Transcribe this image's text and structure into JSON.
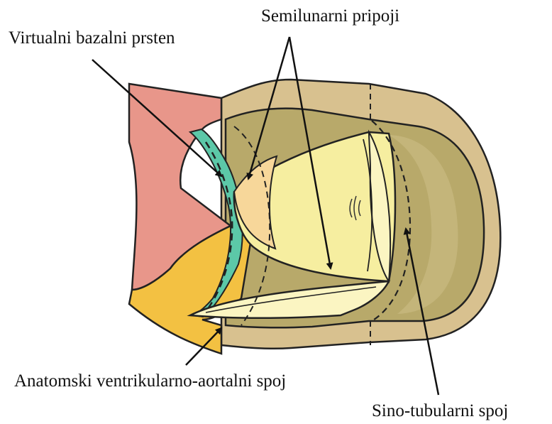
{
  "labels": {
    "virtual_basal_ring": "Virtualni bazalni prsten",
    "semilunar_attachments": "Semilunarni pripoji",
    "anatomic_junction": "Anatomski ventrikularno-aortalni spoj",
    "sinotubular_junction": "Sino-tubularni spoj"
  },
  "colors": {
    "wall": "#d8c18f",
    "wall_inner": "#c9b67f",
    "lumen": "#b8a96a",
    "leaflet": "#f6eea0",
    "leaflet_light": "#fbf5c2",
    "ventricle_pink": "#e8968a",
    "ventricle_yellow": "#f3c142",
    "basal_ring": "#5cc8a8",
    "crescent": "#f7d79a",
    "outline": "#222222"
  }
}
